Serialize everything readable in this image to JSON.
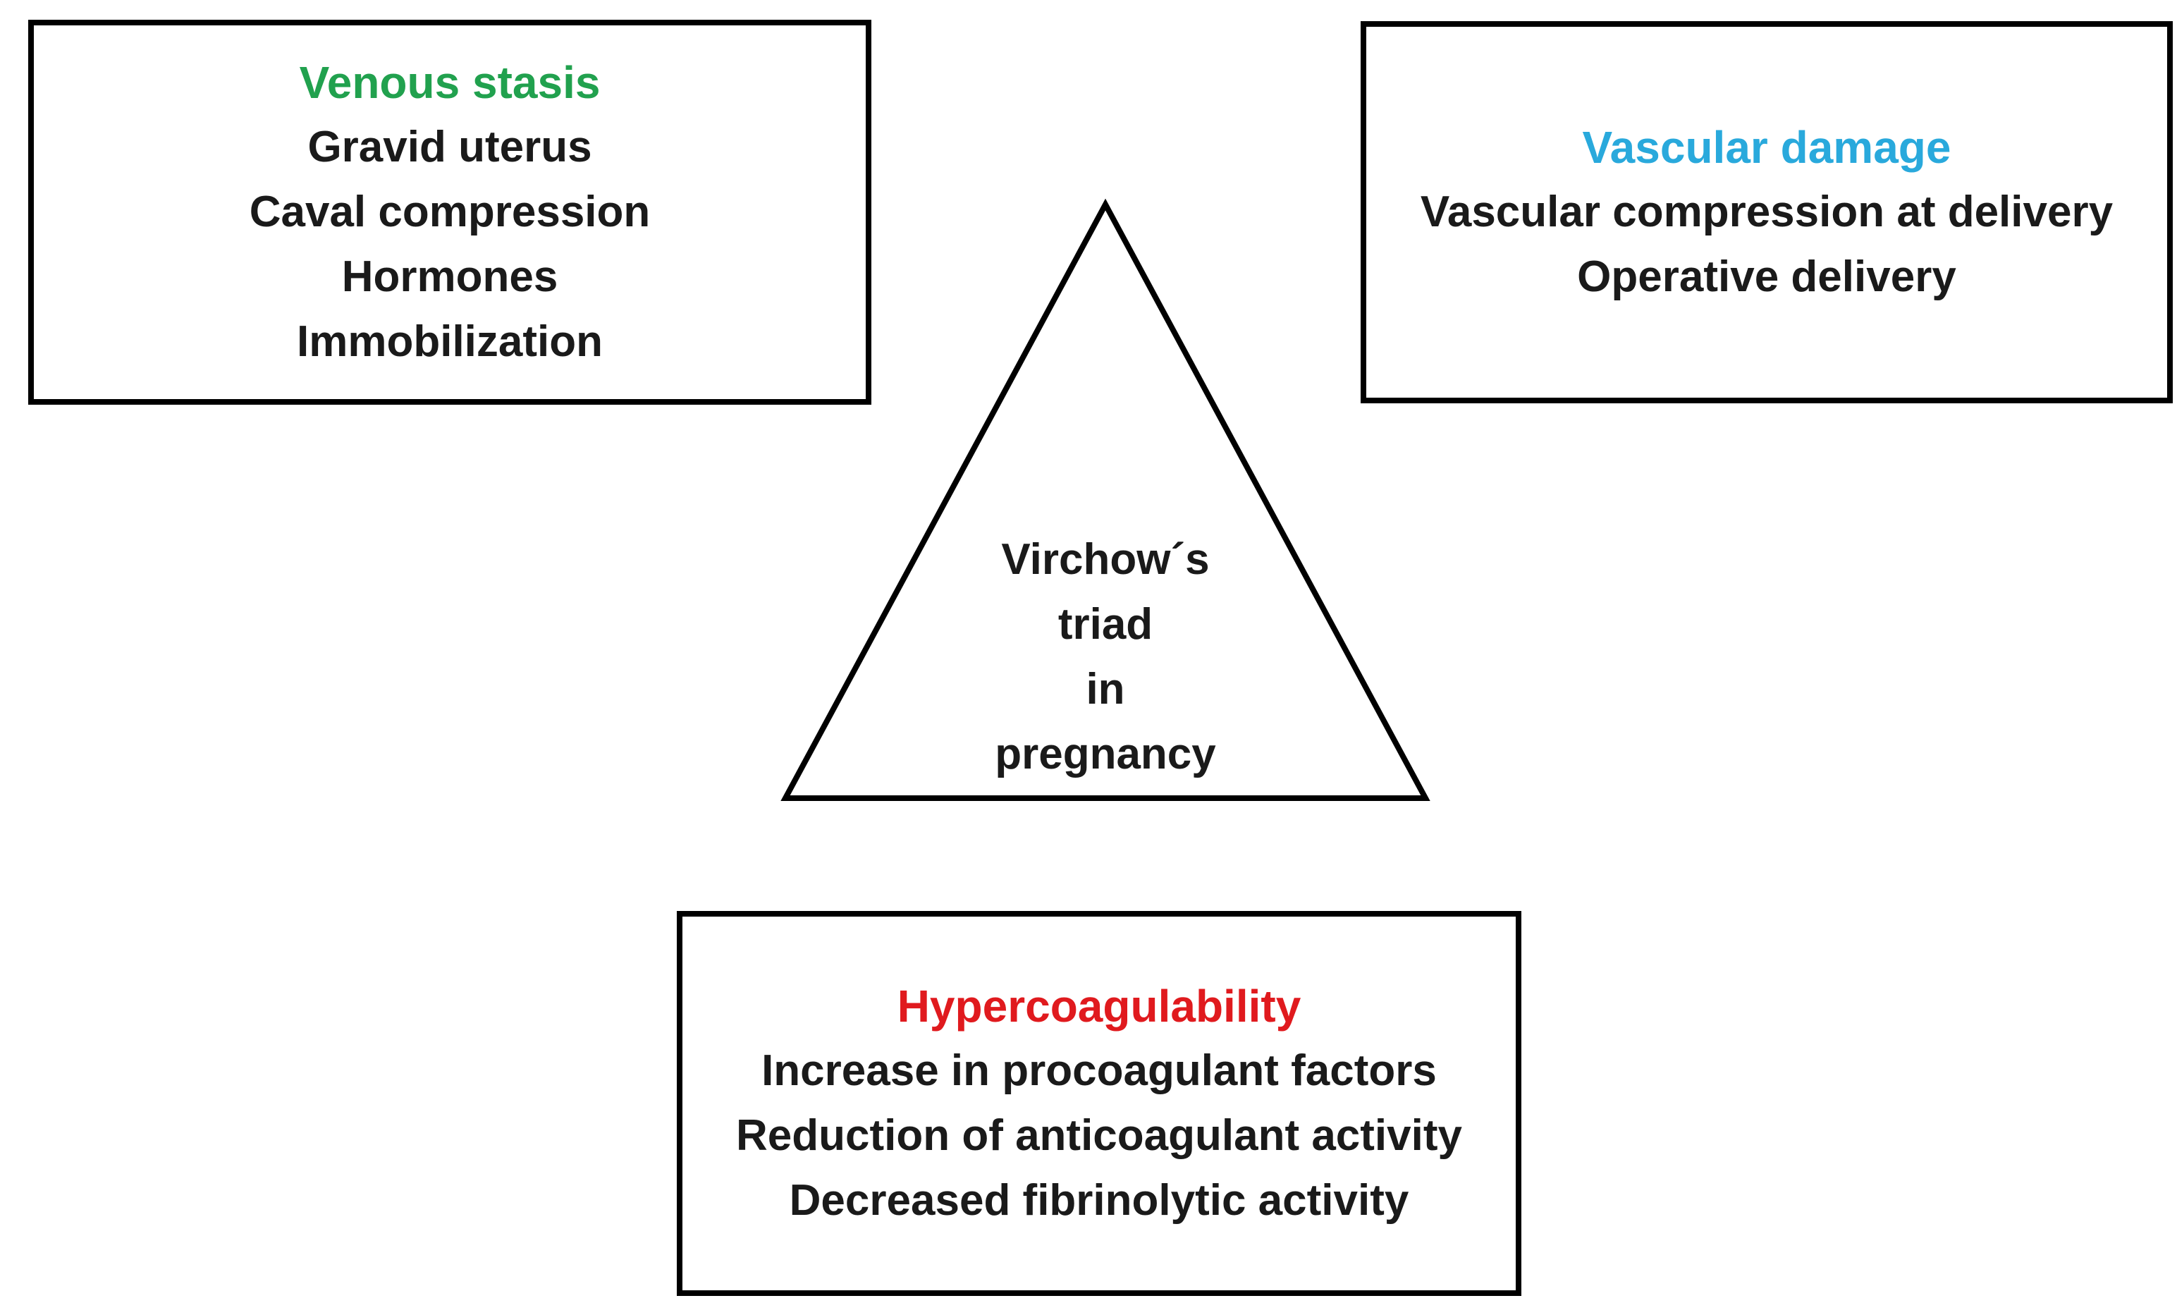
{
  "diagram": {
    "background_color": "#ffffff",
    "line_color": "#000000",
    "triangle": {
      "lines": [
        "Virchow´s",
        "triad",
        "in",
        "pregnancy"
      ],
      "text_color": "#1a1a1a"
    },
    "boxes": [
      {
        "id": "venous-stasis",
        "title": "Venous stasis",
        "title_color": "#21a14e",
        "items": [
          "Gravid uterus",
          "Caval compression",
          "Hormones",
          "Immobilization"
        ]
      },
      {
        "id": "vascular-damage",
        "title": "Vascular damage",
        "title_color": "#29a9dc",
        "items": [
          "Vascular compression at delivery",
          "Operative delivery"
        ]
      },
      {
        "id": "hypercoagulability",
        "title": "Hypercoagulability",
        "title_color": "#e01a1e",
        "items": [
          "Increase in procoagulant factors",
          "Reduction of anticoagulant activity",
          "Decreased fibrinolytic activity"
        ]
      }
    ]
  }
}
